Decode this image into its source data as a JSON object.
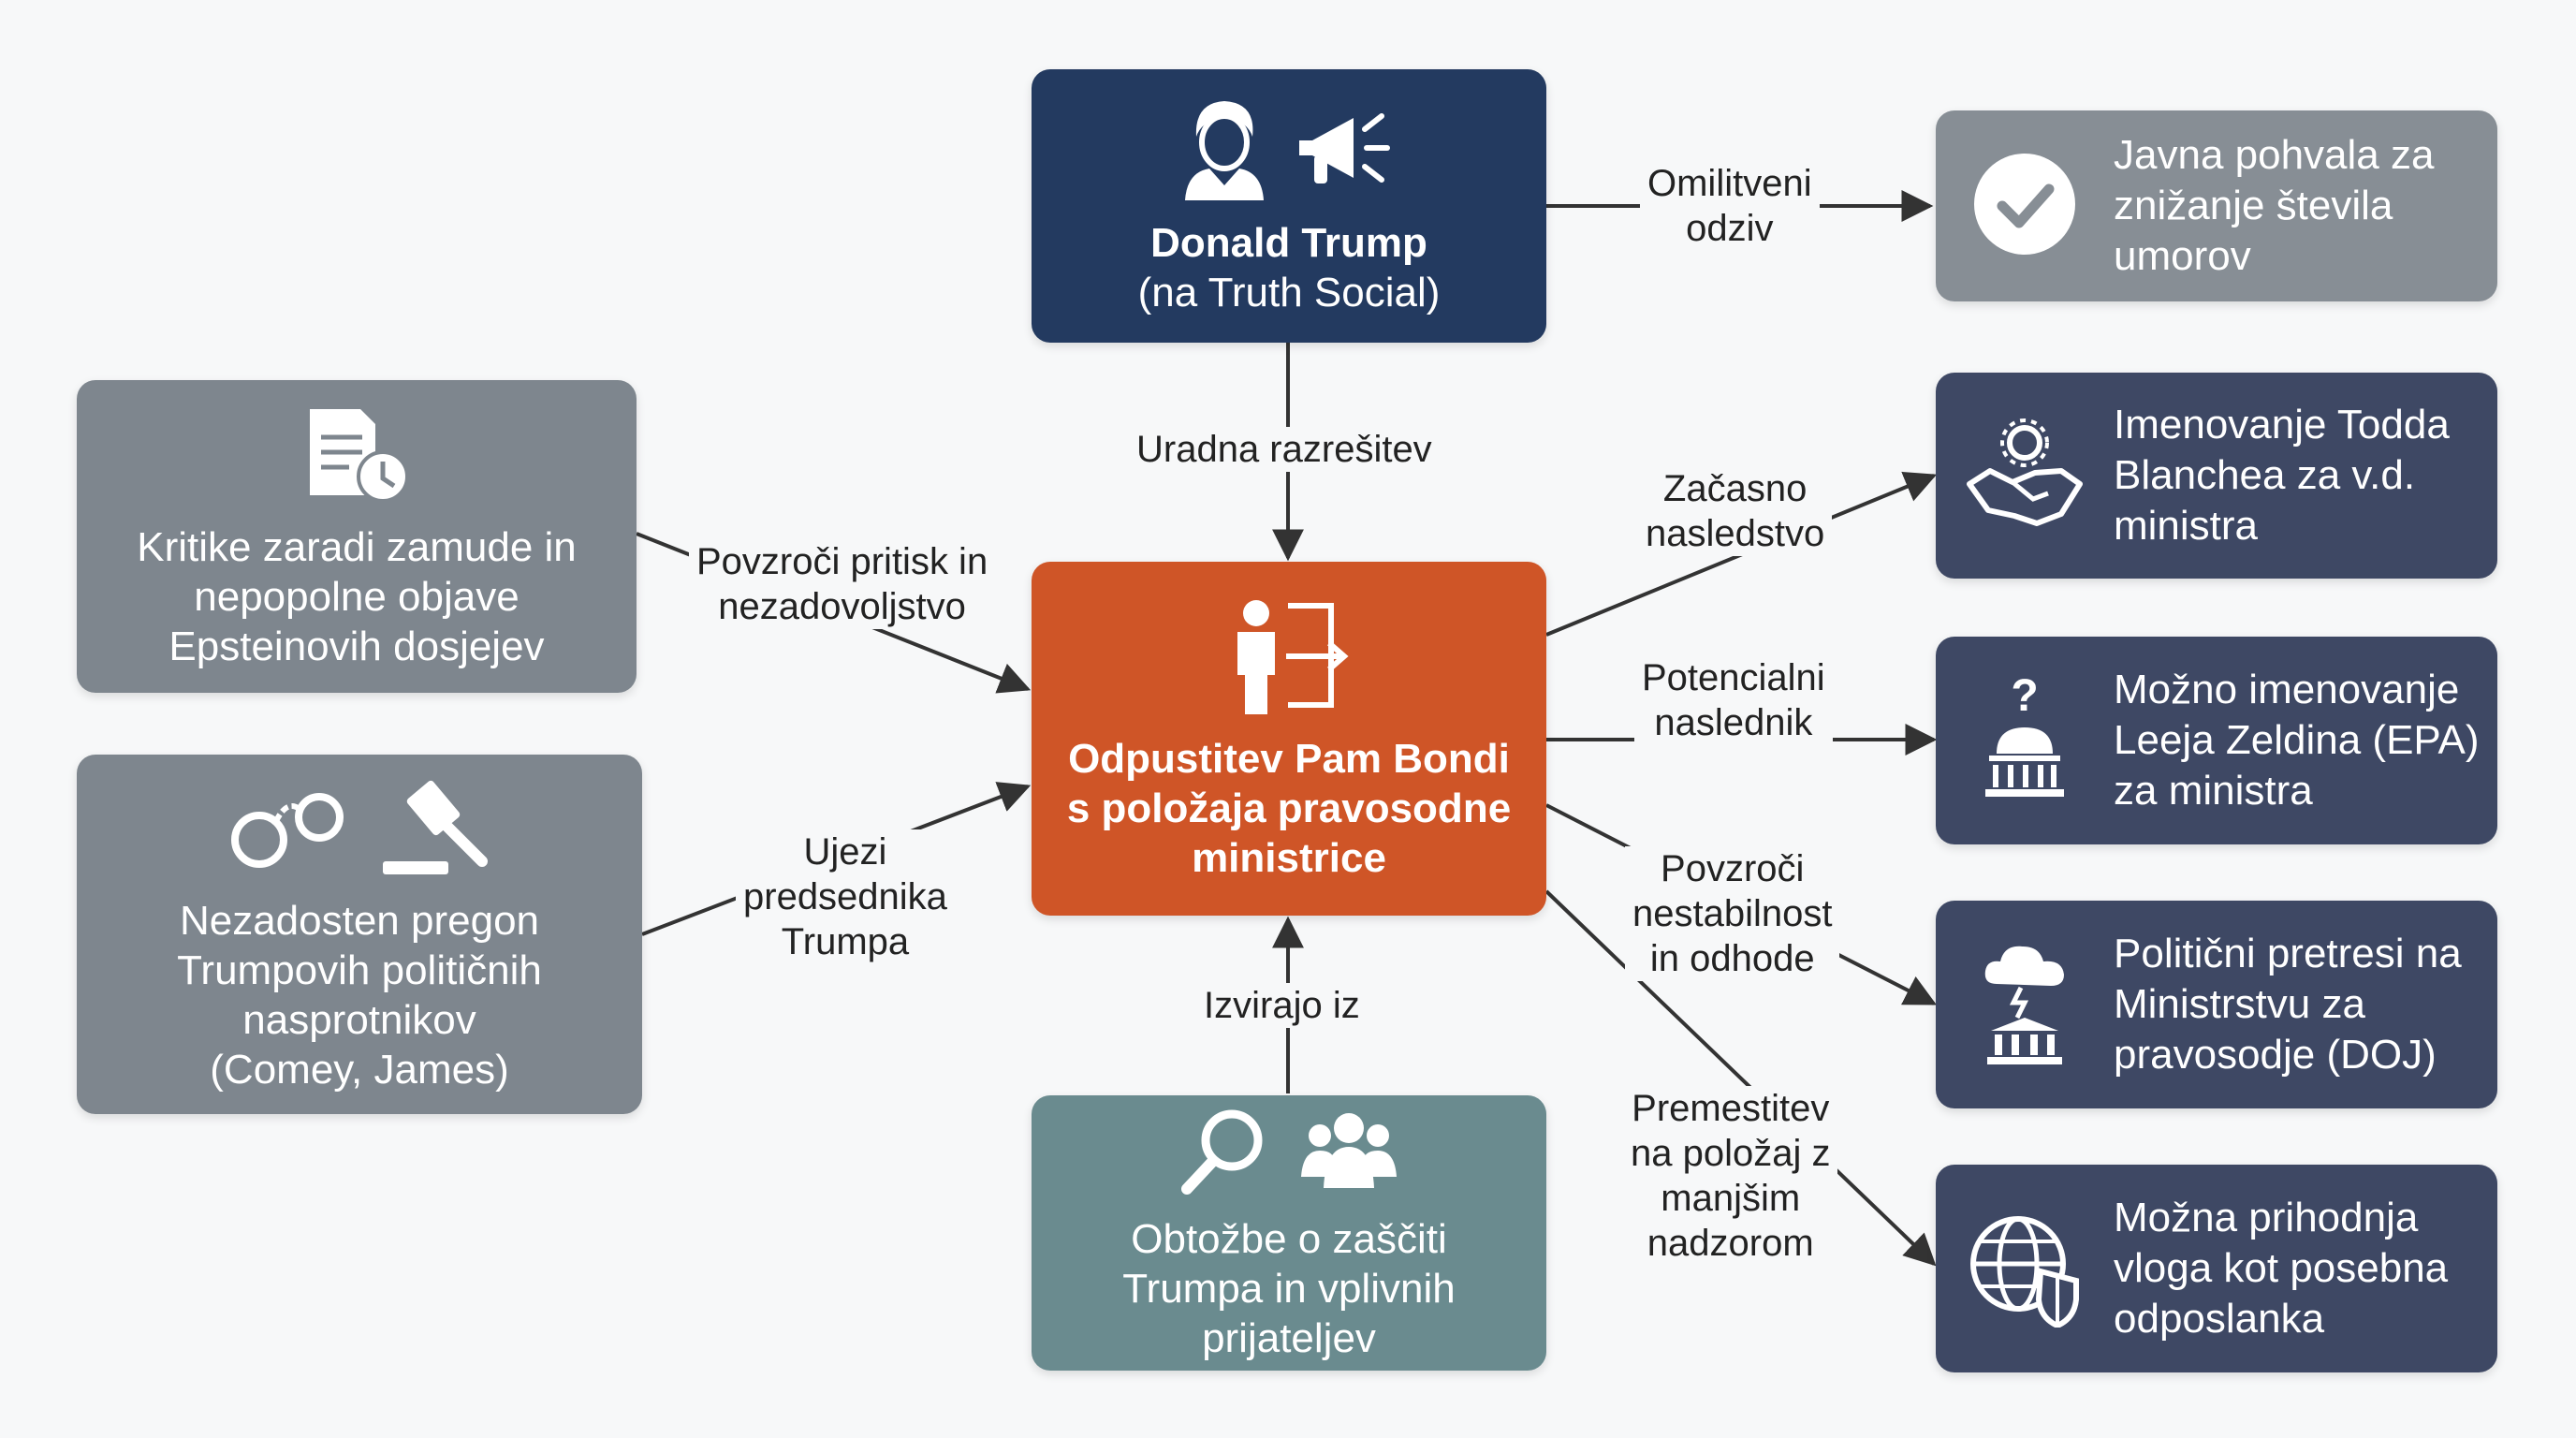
{
  "colors": {
    "navy": "#233a60",
    "orange": "#cf5527",
    "grey": "#7e868e",
    "teal": "#6a8b8f",
    "slate": "#3e4864",
    "arrow": "#333333"
  },
  "nodes": {
    "trump": {
      "title": "Donald Trump",
      "subtitle": "(na Truth Social)",
      "icons": [
        "man-portrait-icon",
        "megaphone-icon"
      ]
    },
    "center": {
      "text": "Odpustitev Pam Bondi\ns položaja pravosodne\nministrice",
      "icon": "person-exit-icon"
    },
    "epstein": {
      "text": "Kritike zaradi zamude in\nnepopolne objave\nEpsteinovih dosjejev",
      "icon": "document-clock-icon"
    },
    "prosecution": {
      "text": "Nezadosten pregon\nTrumpovih političnih\nnasprotnikov\n(Comey, James)",
      "icons": [
        "handcuffs-icon",
        "gavel-icon"
      ]
    },
    "accusations": {
      "text": "Obtožbe o zaščiti\nTrumpa in vplivnih\nprijateljev",
      "icons": [
        "magnifier-icon",
        "group-icon"
      ]
    },
    "praise": {
      "text": "Javna pohvala za\nznižanje števila\numorov",
      "icon": "checkmark-icon"
    },
    "blanche": {
      "text": "Imenovanje Todda\nBlanchea za v.d.\nministra",
      "icon": "handshake-icon"
    },
    "zeldin": {
      "text": "Možno imenovanje\nLeeja Zeldina (EPA)\nza ministra",
      "icon": "capitol-question-icon"
    },
    "purges": {
      "text": "Politični pretresi na\nMinistrstvu za\npravosodje (DOJ)",
      "icon": "storm-courthouse-icon"
    },
    "envoy": {
      "text": "Možna prihodnja\nvloga kot posebna\nodposlanka",
      "icon": "globe-shield-icon"
    }
  },
  "edges": {
    "softened": "Omilitveni\nodziv",
    "official": "Uradna razrešitev",
    "pressure": "Povzroči pritisk in\nnezadovoljstvo",
    "anger": "Ujezi\npredsednika\nTrumpa",
    "stem": "Izvirajo iz",
    "temporary": "Začasno\nnasledstvo",
    "potential": "Potencialni\nnaslednik",
    "instability": "Povzroči\nnestabilnost\nin odhode",
    "transfer": "Premestitev\nna položaj z\nmanjšim\nnadzorom"
  }
}
